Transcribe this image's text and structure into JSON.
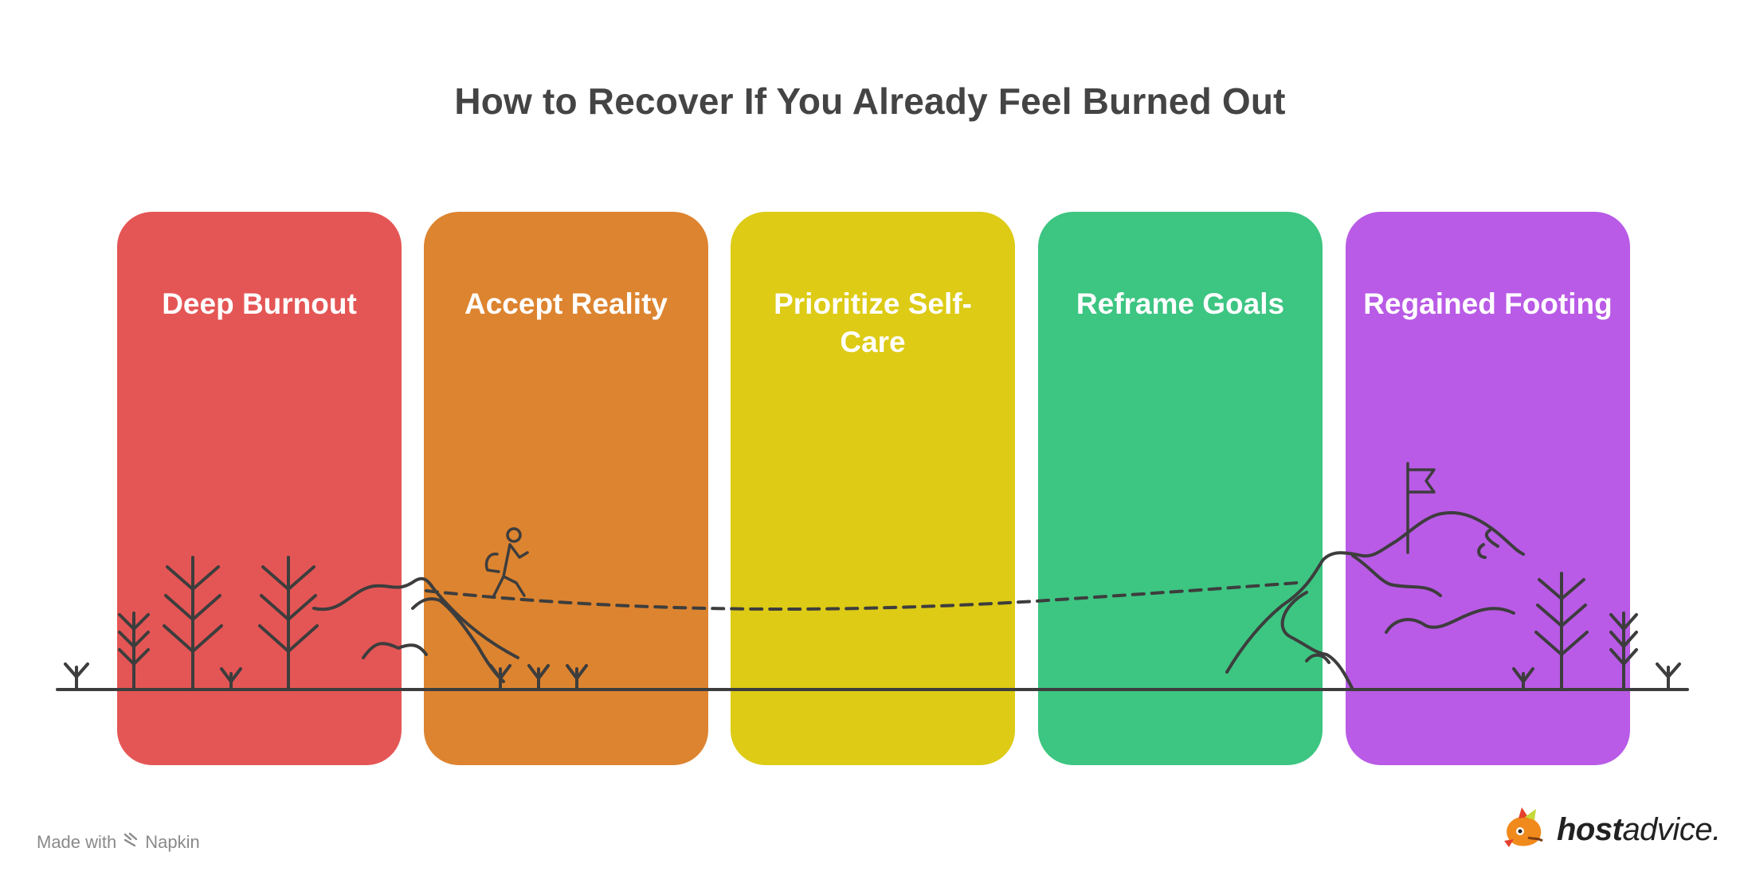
{
  "title": "How to Recover If You Already Feel Burned Out",
  "stages": [
    {
      "label": "Deep Burnout",
      "color": "#E45655"
    },
    {
      "label": "Accept Reality",
      "color": "#DD8430"
    },
    {
      "label": "Prioritize Self-Care",
      "color": "#DDCB15"
    },
    {
      "label": "Reframe Goals",
      "color": "#3DC582"
    },
    {
      "label": "Regained Footing",
      "color": "#B95BE6"
    }
  ],
  "line_color": "#3d3d3d",
  "icons": [
    "tree-icon",
    "hiker-icon",
    "flag-icon",
    "mountain-icon",
    "grass-icon",
    "napkin-logo-icon",
    "hostadvice-logo-icon"
  ],
  "footer": {
    "made_with": "Made with",
    "napkin": "Napkin",
    "brand_bold": "host",
    "brand_rest": "advice."
  }
}
